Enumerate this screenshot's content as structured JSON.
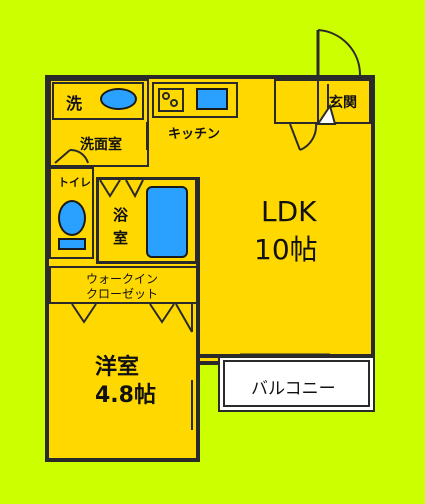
{
  "rooms": {
    "wash": "洗",
    "washroom": "洗面室",
    "toilet": "トイレ",
    "bath": "浴室",
    "kitchen": "キッチン",
    "entrance": "玄関",
    "ldk_name": "LDK",
    "ldk_size": "10帖",
    "closet_line1": "ウォークイン",
    "closet_line2": "クローゼット",
    "western_name": "洋室",
    "western_size": "4.8帖",
    "balcony": "バルコニー"
  },
  "colors": {
    "background": "#ccff00",
    "room_fill": "#ffd800",
    "fixture_blue": "#2aa0ff",
    "balcony_fill": "#ffffff"
  }
}
